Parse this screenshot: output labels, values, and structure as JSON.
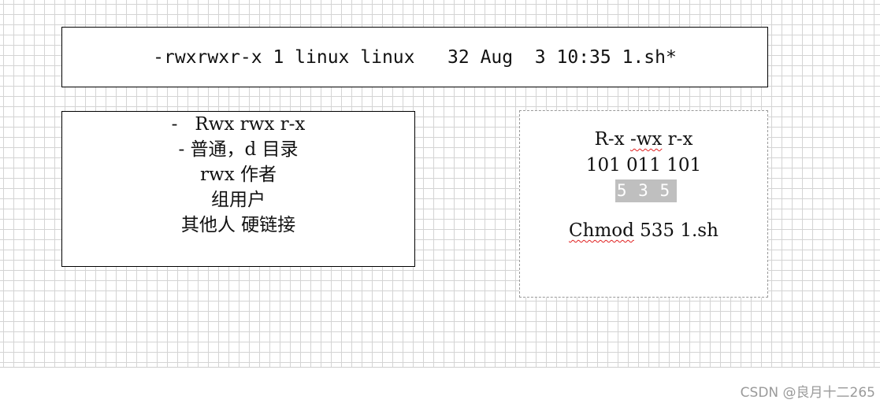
{
  "header": {
    "text": "-rwxrwxr-x 1 linux linux   32 Aug  3 10:35 1.sh*"
  },
  "left_box": {
    "lines": [
      "-   Rwx rwx r-x",
      "- 普通，d 目录",
      "rwx 作者",
      "组用户",
      "其他人 硬链接"
    ]
  },
  "right_box": {
    "perm_part1": "R-x ",
    "perm_part2": "-wx",
    "perm_part3": " r-x",
    "binary": "101 011 101",
    "octal": "5 3 5",
    "cmd_word": "Chmod",
    "cmd_rest": " 535 1.sh"
  },
  "watermark": {
    "text": "CSDN @良月十二265"
  },
  "colors": {
    "grid_line": "#d4d4d4",
    "highlight": "#bfbfbf",
    "spellcheck": "#e02020",
    "watermark": "#9a9a9a"
  }
}
